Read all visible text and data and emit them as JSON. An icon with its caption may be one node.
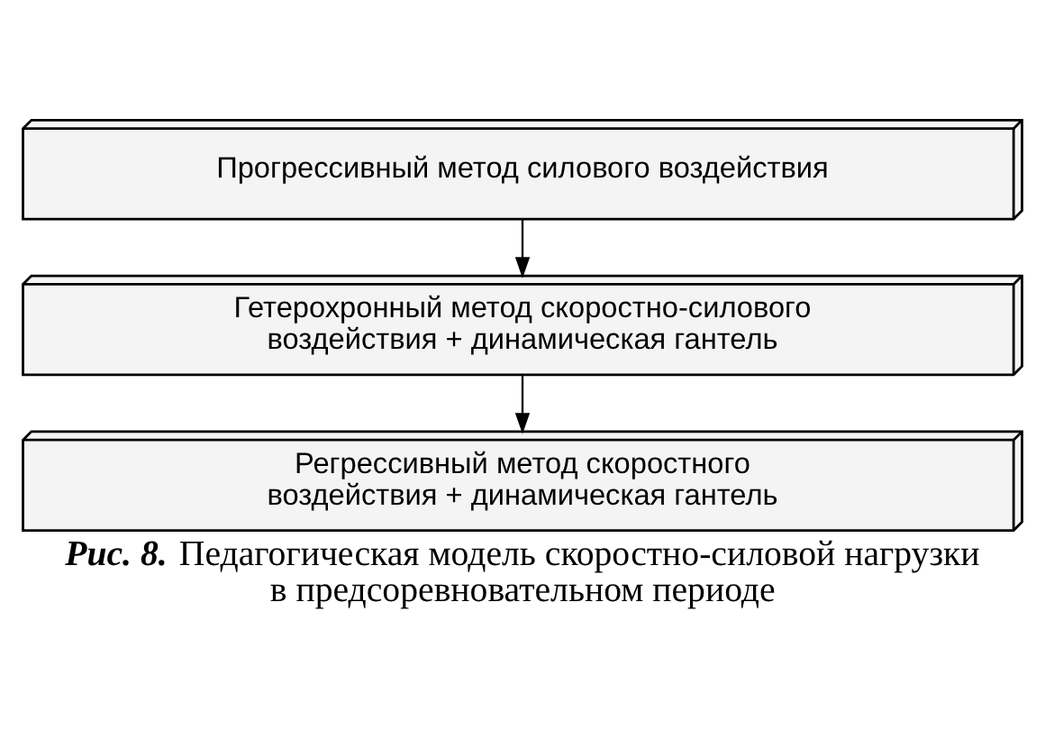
{
  "diagram": {
    "caption": "**Рис. 8.** Педагогическая модель скоростно-силовой нагрузки в предсоревновательном периоде",
    "nodes": [
      {
        "text": [
          "Прогрессивный метод силового воздействия"
        ]
      },
      {
        "text": [
          "Гетерохронный метод скоростно-силового воздействия + динамическая гантель"
        ]
      },
      {
        "text": [
          "Регрессивный метод скоростного воздействия + динамическая гантель"
        ]
      }
    ],
    "edges": [
      {
        "from": 0,
        "to": 1,
        "arrow": "to"
      },
      {
        "from": 1,
        "to": 2,
        "arrow": "to"
      }
    ]
  }
}
